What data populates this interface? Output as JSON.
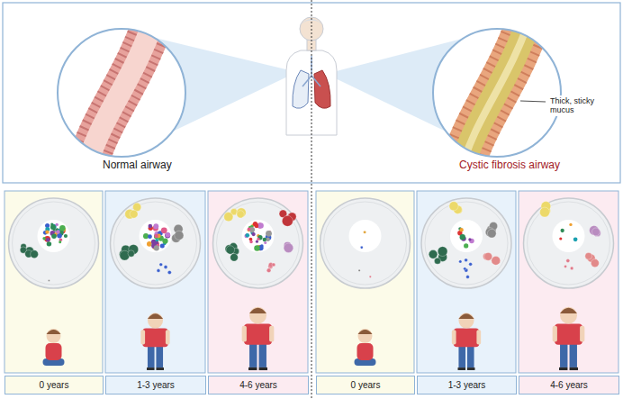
{
  "diagram": {
    "nodes": [
      {
        "text": [
          "0 years"
        ]
      },
      {
        "text": [
          "1-3 years"
        ]
      },
      {
        "text": [
          "4-6 years"
        ]
      },
      {
        "text": [
          "0 years"
        ]
      },
      {
        "text": [
          "1-3 years"
        ]
      },
      {
        "text": [
          "4-6 years"
        ]
      }
    ],
    "labels": [
      "Normal airway",
      "Cystic fibrosis airway",
      "Thick, sticky mucus"
    ]
  }
}
